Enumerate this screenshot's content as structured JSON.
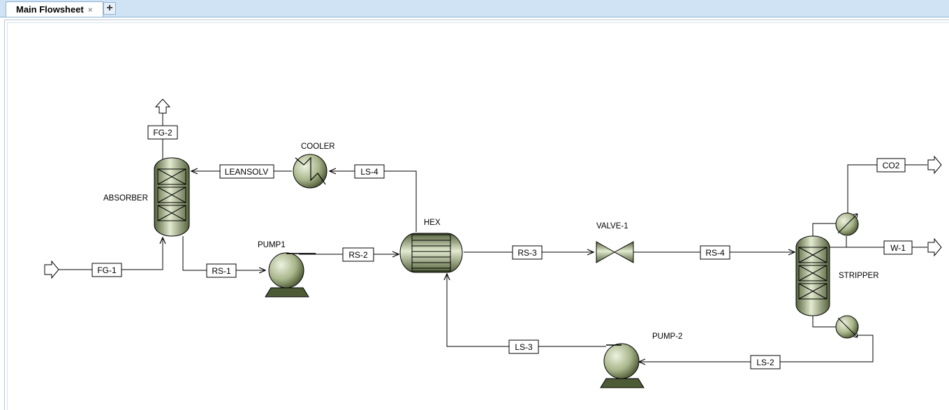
{
  "tabs": [
    {
      "label": "Main Flowsheet",
      "close_glyph": "×"
    }
  ],
  "add_tab_glyph": "+",
  "blocks": {
    "absorber": "ABSORBER",
    "cooler": "COOLER",
    "pump1": "PUMP1",
    "hex": "HEX",
    "valve1": "VALVE-1",
    "stripper": "STRIPPER",
    "pump2": "PUMP-2"
  },
  "streams": {
    "fg1": "FG-1",
    "fg2": "FG-2",
    "leansolv": "LEANSOLV",
    "ls4": "LS-4",
    "rs1": "RS-1",
    "rs2": "RS-2",
    "rs3": "RS-3",
    "rs4": "RS-4",
    "co2": "CO2",
    "w1": "W-1",
    "ls3": "LS-3",
    "ls2": "LS-2"
  },
  "colors": {
    "equipment_fill": "#a8b58a",
    "equipment_dark": "#4d5a36",
    "tab_bar": "#cfe3f4"
  }
}
